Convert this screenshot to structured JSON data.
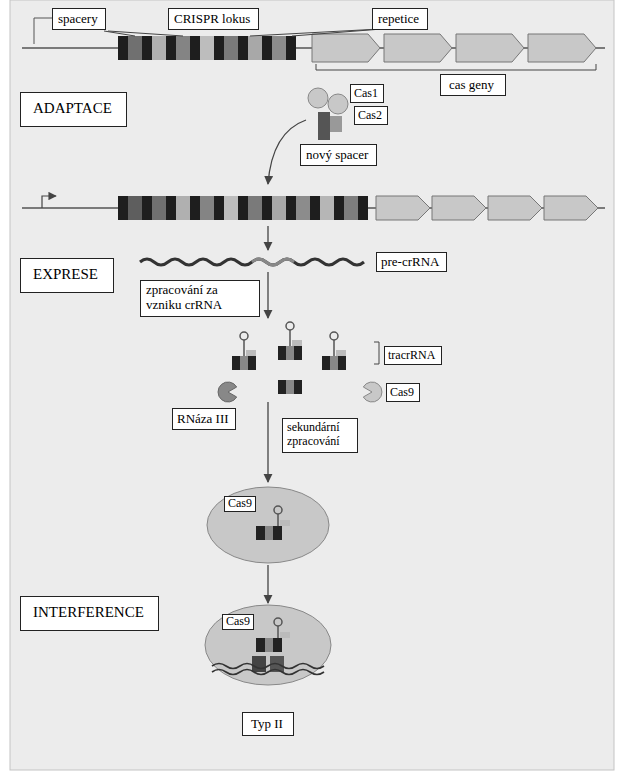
{
  "diagram": {
    "nodes": [
      {
        "text": [
          "spacery"
        ]
      },
      {
        "text": [
          "CRISPR lokus"
        ]
      },
      {
        "text": [
          "repetice"
        ]
      },
      {
        "text": [
          "cas geny"
        ]
      },
      {
        "text": [
          "ADAPTACE"
        ]
      },
      {
        "text": [
          "Cas1"
        ]
      },
      {
        "text": [
          "Cas2"
        ]
      },
      {
        "text": [
          "nový spacer"
        ]
      },
      {
        "text": [
          "EXPRESE"
        ]
      },
      {
        "text": [
          "pre-crRNA"
        ]
      },
      {
        "text": [
          "zpracování za vzniku crRNA"
        ]
      },
      {
        "text": [
          "tracrRNA"
        ]
      },
      {
        "text": [
          "Cas9"
        ]
      },
      {
        "text": [
          "RNáza III"
        ]
      },
      {
        "text": [
          "sekundární zpracování"
        ]
      },
      {
        "text": [
          "Cas9"
        ]
      },
      {
        "text": [
          "INTERFERENCE"
        ]
      },
      {
        "text": [
          "Cas9"
        ]
      },
      {
        "text": [
          "Typ II"
        ]
      }
    ],
    "edges": [
      {
        "from": 15,
        "to": 17,
        "arrow": "to"
      }
    ]
  }
}
